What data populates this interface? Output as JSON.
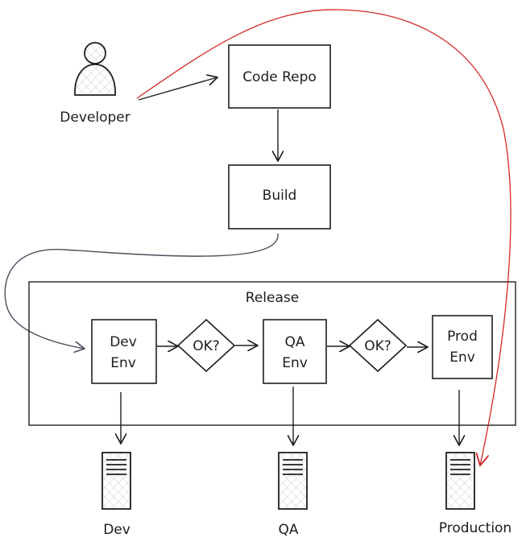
{
  "nodes": {
    "developer": "Developer",
    "code_repo": "Code Repo",
    "build": "Build",
    "release": "Release",
    "dev_env": [
      "Dev",
      "Env"
    ],
    "ok1": "OK?",
    "qa_env": [
      "QA",
      "Env"
    ],
    "ok2": "OK?",
    "prod_env": [
      "Prod",
      "Env"
    ],
    "dev_server": "Dev",
    "qa_server": "QA",
    "prod_server": "Production"
  },
  "colors": {
    "stroke": "#1e1e1e",
    "hotfix_arrow": "#d62828",
    "build_arrow": "#4a4f5c",
    "fill_hatch": "#c8ccd4"
  }
}
